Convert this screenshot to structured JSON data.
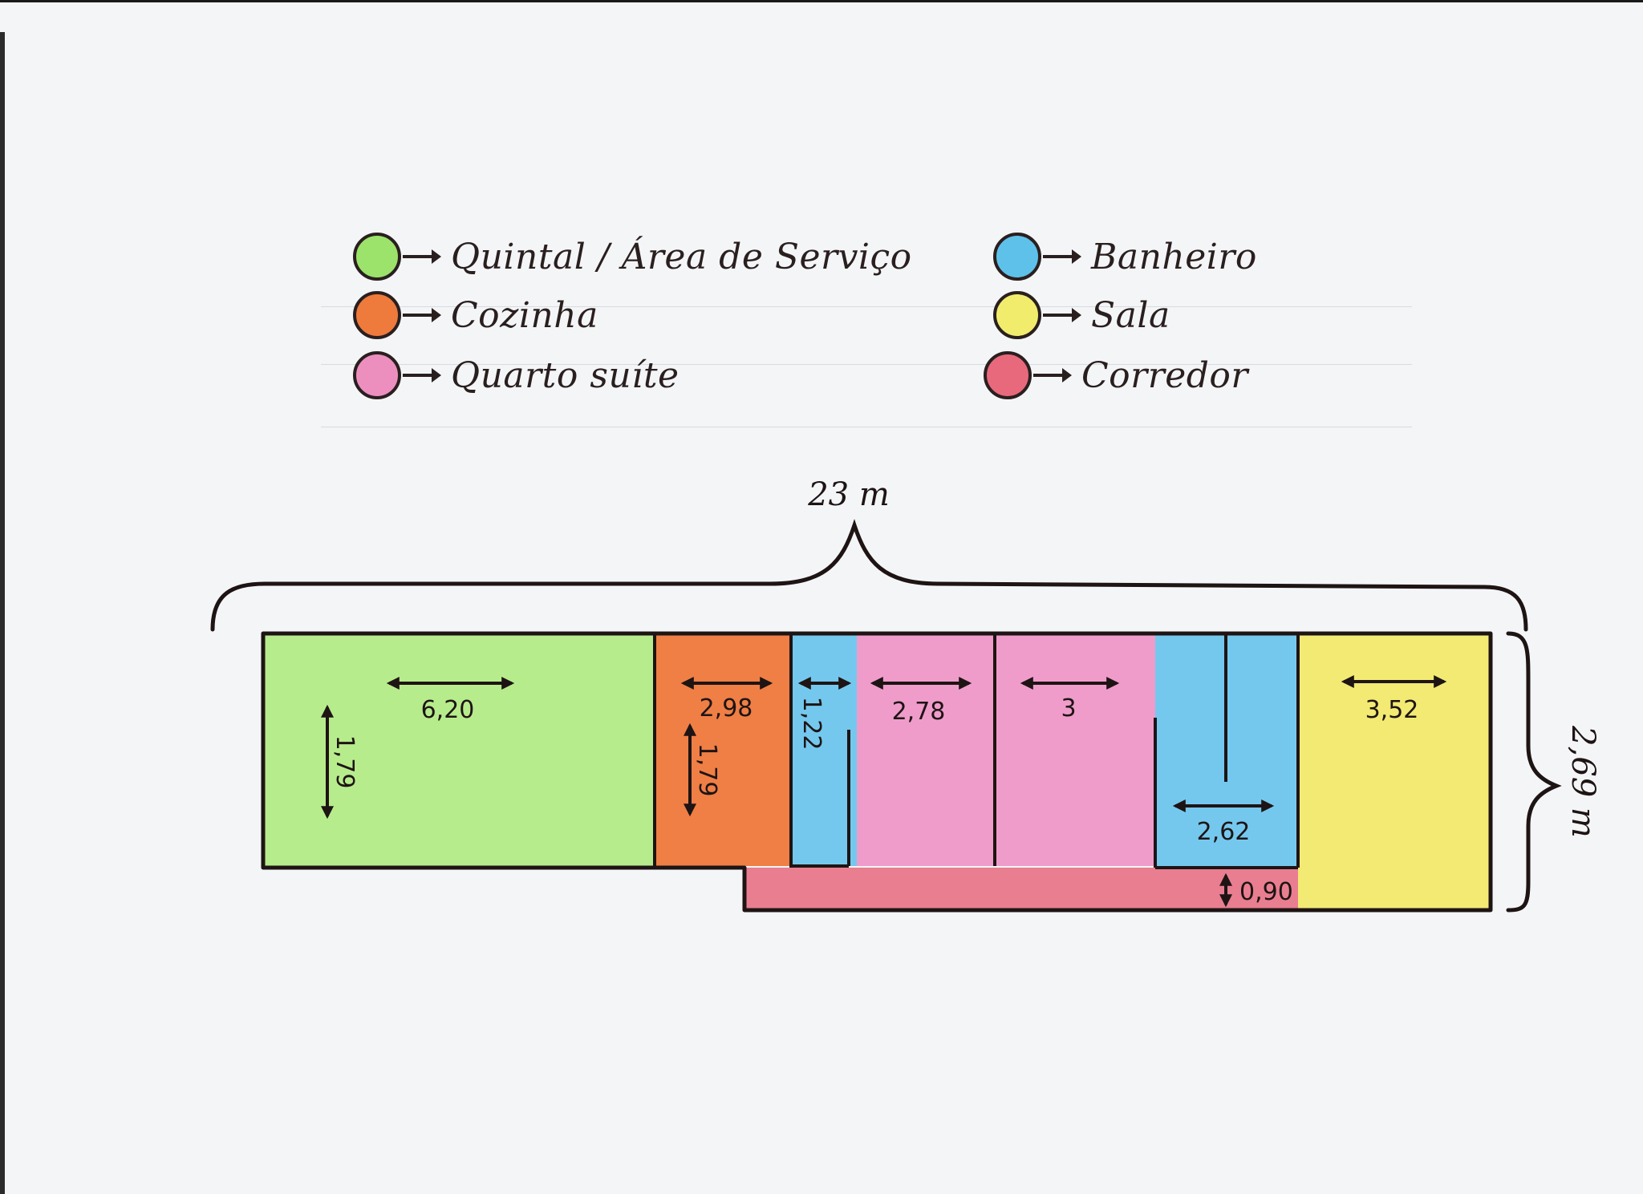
{
  "legend": {
    "items": [
      {
        "label": "Quintal / Área de Serviço",
        "color": "#9be36a"
      },
      {
        "label": "Cozinha",
        "color": "#ee7a3c"
      },
      {
        "label": "Quarto suíte",
        "color": "#ec8fbf"
      },
      {
        "label": "Banheiro",
        "color": "#5ec1ea"
      },
      {
        "label": "Sala",
        "color": "#f2ec6c"
      },
      {
        "label": "Corredor",
        "color": "#e8697c"
      }
    ]
  },
  "plan": {
    "overall_length": "23 m",
    "overall_width": "2,69 m",
    "room_colors": {
      "quintal": "#b7ec8c",
      "cozinha": "#ef7f45",
      "banheiro": "#74c8ee",
      "quarto": "#ef9ccb",
      "sala": "#f2ea73",
      "corredor": "#e97e90",
      "outline": "#1e1414"
    },
    "dimensions": {
      "quintal_width": "6,20",
      "quintal_height": "1,79",
      "cozinha_width": "2,98",
      "cozinha_height": "1,79",
      "banheiro1_width": "1,22",
      "quarto1_width": "2,78",
      "quarto2_width": "3",
      "banheiro2_width": "2,62",
      "sala_width": "3,52",
      "corredor_width": "0,90"
    }
  }
}
